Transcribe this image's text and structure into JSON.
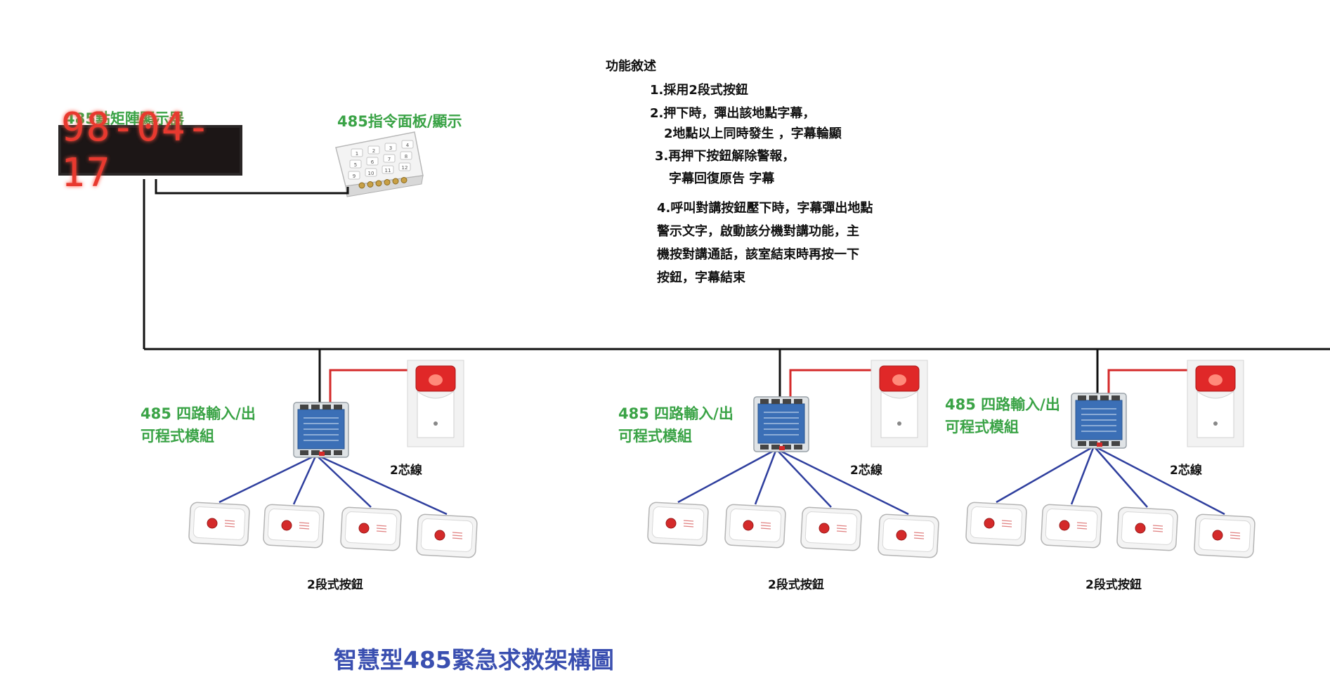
{
  "diagram": {
    "title": "智慧型485緊急求救架構圖",
    "display": {
      "label": "485點矩陣顯示器",
      "screen_text": "98-04-17"
    },
    "panel": {
      "label": "485指令面板/顯示",
      "keys": [
        "1",
        "2",
        "3",
        "4",
        "5",
        "6",
        "7",
        "8",
        "9",
        "10",
        "11",
        "12"
      ]
    },
    "functions": {
      "heading": "功能敘述",
      "lines": [
        "1.採用2段式按鈕",
        "2.押下時，彈出該地點字幕，",
        "2地點以上同時發生 ，字幕輪顯",
        "3.再押下按鈕解除警報，",
        "字幕回復原告 字幕",
        "4.呼叫對講按鈕壓下時，字幕彈出地點",
        "警示文字，啟動該分機對講功能，主",
        "機按對講通話，該室結束時再按一下",
        "按鈕，字幕結束"
      ]
    },
    "groups": [
      {
        "module_line1": "485 四路輸入/出",
        "module_line2": "可程式模組",
        "wire_label": "2芯線",
        "button_label": "2段式按鈕"
      },
      {
        "module_line1": "485 四路輸入/出",
        "module_line2": "可程式模組",
        "wire_label": "2芯線",
        "button_label": "2段式按鈕"
      },
      {
        "module_line1": "485 四路輸入/出",
        "module_line2": "可程式模組",
        "wire_label": "2芯線",
        "button_label": "2段式按鈕"
      }
    ],
    "colors": {
      "label_green": "#3aa346",
      "title_blue": "#3a4fb0",
      "bus_black": "#111111",
      "power_red": "#d42a2a",
      "branch_blue": "#2f3f9e",
      "module_blue": "#3b6fb6",
      "led_red": "#e8392f"
    }
  }
}
